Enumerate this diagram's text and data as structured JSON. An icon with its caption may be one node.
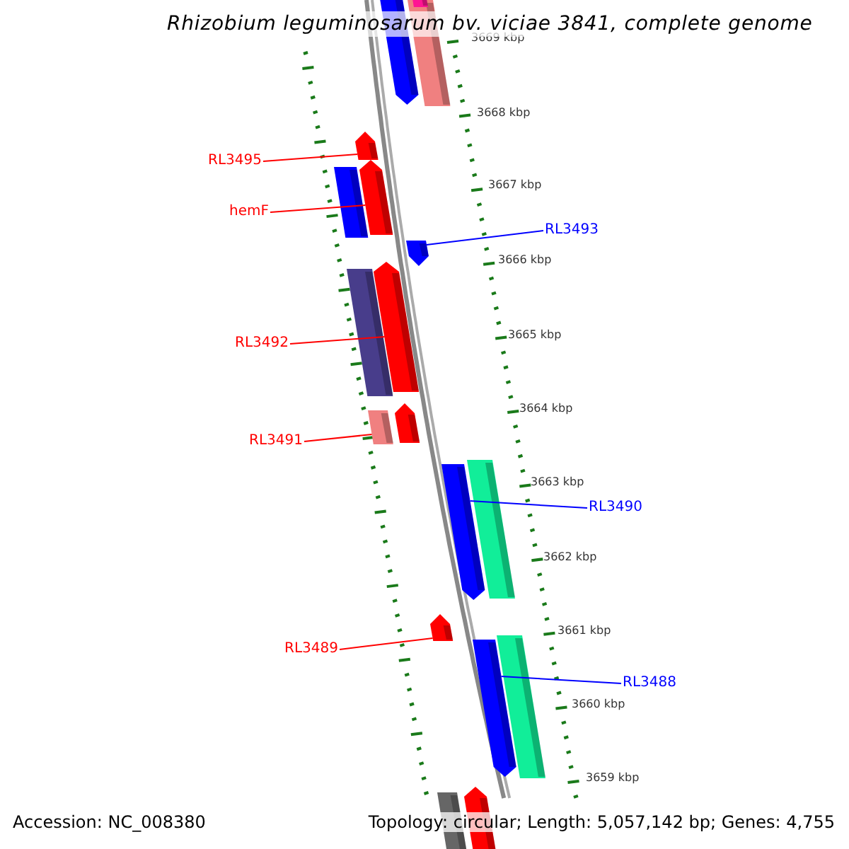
{
  "diagram": {
    "title": "Rhizobium leguminosarum bv. viciae 3841, complete genome",
    "nodes": [
      {
        "text": [
          "RL3495"
        ]
      },
      {
        "text": [
          "hemF"
        ]
      },
      {
        "text": [
          "RL3493"
        ]
      },
      {
        "text": [
          "RL3492"
        ]
      },
      {
        "text": [
          "RL3491"
        ]
      },
      {
        "text": [
          "RL3490"
        ]
      },
      {
        "text": [
          "RL3489"
        ]
      },
      {
        "text": [
          "RL3488"
        ]
      },
      {
        "text": [],
        "shape": "arrow"
      },
      {
        "text": [],
        "shape": "bar"
      },
      {
        "text": [],
        "shape": "bar"
      },
      {
        "text": [],
        "shape": "arrow"
      },
      {
        "text": [],
        "shape": "bar"
      },
      {
        "text": [],
        "shape": "arrow"
      },
      {
        "text": [],
        "shape": "arrow"
      },
      {
        "text": [],
        "shape": "bar"
      },
      {
        "text": [],
        "shape": "arrow"
      },
      {
        "text": [],
        "shape": "bar"
      },
      {
        "text": [],
        "shape": "arrow"
      },
      {
        "text": [],
        "shape": "arrow"
      },
      {
        "text": [],
        "shape": "bar"
      },
      {
        "text": [],
        "shape": "arrow"
      },
      {
        "text": [],
        "shape": "arrow"
      },
      {
        "text": [],
        "shape": "bar"
      },
      {
        "text": [],
        "shape": "bar"
      },
      {
        "text": [],
        "shape": "arrow"
      }
    ],
    "edges": [
      {
        "from": 0,
        "to": 11,
        "arrow": "none"
      },
      {
        "from": 1,
        "to": 13,
        "arrow": "none"
      },
      {
        "from": 2,
        "to": 14,
        "arrow": "none",
        "color": "#0000ff"
      },
      {
        "from": 3,
        "to": 16,
        "arrow": "none"
      },
      {
        "from": 4,
        "to": 17,
        "arrow": "none"
      },
      {
        "from": 5,
        "to": 19,
        "arrow": "none",
        "color": "#0000ff"
      },
      {
        "from": 6,
        "to": 21,
        "arrow": "none"
      },
      {
        "from": 7,
        "to": 22,
        "arrow": "none",
        "color": "#0000ff"
      }
    ],
    "labels": [
      "3669 kbp",
      "3668 kbp",
      "3667 kbp",
      "3666 kbp",
      "3665 kbp",
      "3664 kbp",
      "3663 kbp",
      "3662 kbp",
      "3661 kbp",
      "3660 kbp",
      "3659 kbp",
      "Accession: NC_008380",
      "Topology: circular; Length: 5,057,142 bp; Genes: 4,755"
    ]
  }
}
